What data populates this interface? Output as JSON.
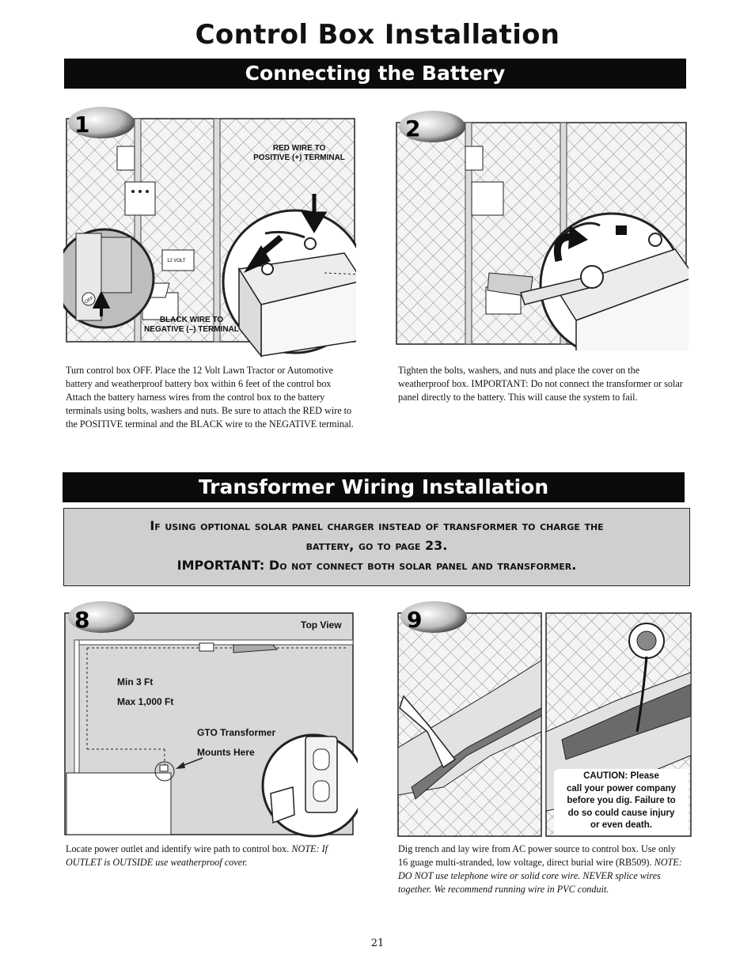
{
  "page_title": "Control Box Installation",
  "section1": {
    "title": "Connecting the Battery",
    "step1": {
      "number": "1",
      "label_red_1": "RED WIRE TO",
      "label_red_2": "POSITIVE (+) TERMINAL",
      "label_black_1": "BLACK WIRE TO",
      "label_black_2": "NEGATIVE (–) TERMINAL",
      "battery_mark": "12 VOLT",
      "switch_mark": "OFF",
      "caption": "Turn control box OFF.  Place the 12 Volt Lawn Tractor or Automotive battery and weatherproof battery box within 6 feet of the control box  Attach the battery harness wires from the control box to the battery terminals using bolts, washers and nuts. Be sure to attach the RED wire to the POSITIVE terminal and the BLACK wire to the NEGATIVE terminal."
    },
    "step2": {
      "number": "2",
      "caption": "Tighten the bolts, washers, and nuts and place the cover on the weatherproof box. IMPORTANT: Do not connect the transformer or solar panel directly to the battery. This will cause the system to fail."
    }
  },
  "section2": {
    "title": "Transformer Wiring Installation",
    "notice_line1": "If using optional solar panel charger instead of transformer to charge the",
    "notice_line2": "battery, go to page 23.",
    "notice_important": "IMPORTANT:",
    "notice_line3": "Do not connect both solar panel and transformer.",
    "step8": {
      "number": "8",
      "top_view": "Top View",
      "min": "Min 3 Ft",
      "max": "Max 1,000 Ft",
      "gto_1": "GTO Transformer",
      "gto_2": "Mounts Here",
      "caption_main": "Locate power outlet and identify wire path to control box.",
      "caption_note": "NOTE: If OUTLET is OUTSIDE use weatherproof cover."
    },
    "step9": {
      "number": "9",
      "caution_1": "CAUTION: Please",
      "caution_2": "call your power company",
      "caution_3": "before you dig. Failure to",
      "caution_4": "do so could cause injury",
      "caution_5": "or even death.",
      "caption_main": "Dig trench and lay wire from AC power source to control box. Use only 16 guage multi-stranded, low voltage, direct burial wire (RB509).",
      "caption_note": "NOTE: DO NOT use telephone wire or solid core wire. NEVER splice wires together. We recommend running wire in PVC conduit."
    }
  },
  "page_number": "21"
}
